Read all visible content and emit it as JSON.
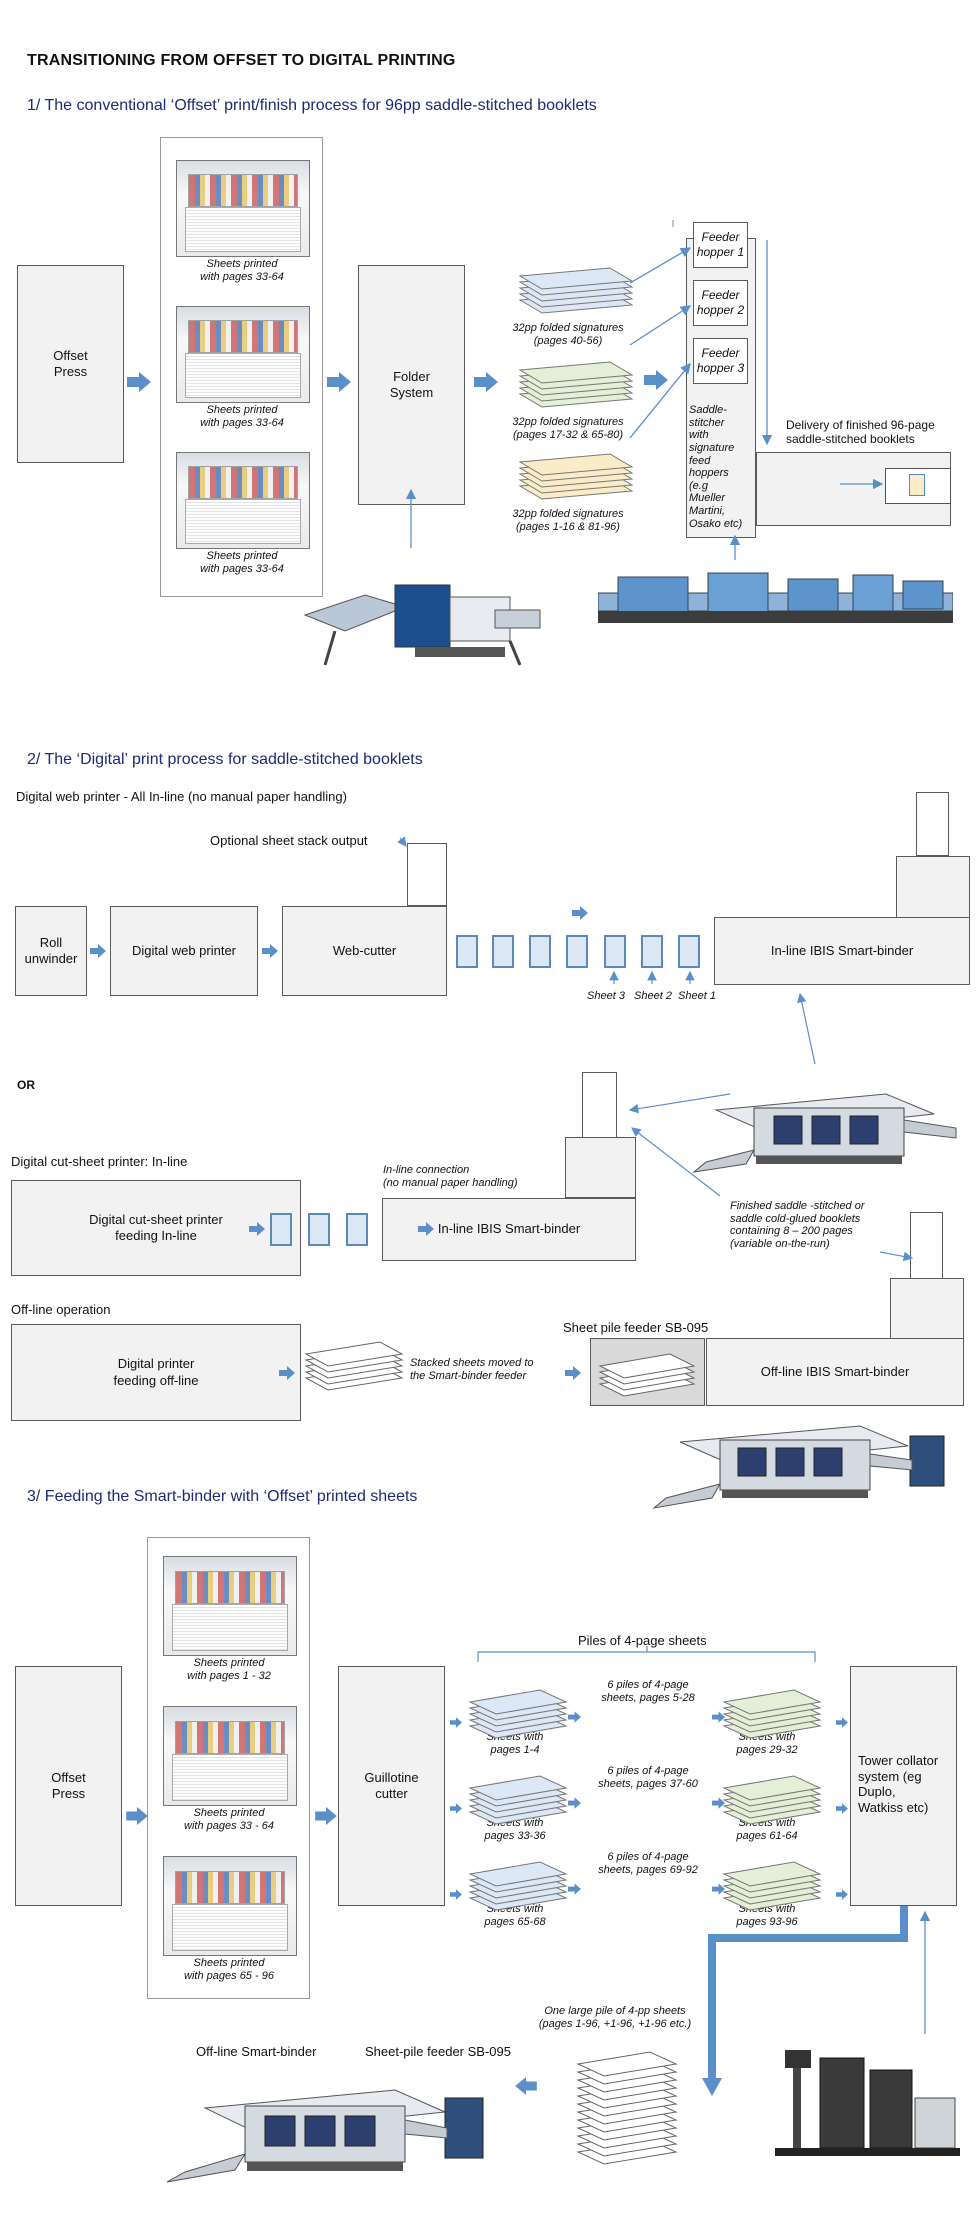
{
  "title": "TRANSITIONING FROM OFFSET TO DIGITAL PRINTING",
  "section1": {
    "heading": "1/  The conventional ‘Offset’ print/finish process for 96pp saddle-stitched booklets",
    "offset_press": "Offset\nPress",
    "sheet_captions": [
      "Sheets printed\nwith pages 33-64",
      "Sheets printed\nwith pages 33-64",
      "Sheets printed\nwith pages 33-64"
    ],
    "folder_system": "Folder\nSystem",
    "signatures": [
      "32pp folded signatures\n(pages 40-56)",
      "32pp folded signatures\n(pages 17-32 & 65-80)",
      "32pp folded signatures\n(pages  1-16 & 81-96)"
    ],
    "hoppers": [
      "Feeder\nhopper 1",
      "Feeder\nhopper 2",
      "Feeder\nhopper 3"
    ],
    "stitcher": "Saddle-\nstitcher\nwith\nsignature\nfeed\nhoppers\n(e.g\nMueller\nMartini,\nOsako etc)",
    "delivery": "Delivery of finished 96-page\nsaddle-stitched booklets",
    "colors": {
      "sig1": "#dce8f6",
      "sig2": "#e3efd6",
      "sig3": "#faecc9"
    }
  },
  "section2": {
    "heading": "2/  The ‘Digital’ print process for saddle-stitched booklets",
    "web_title": "Digital web printer - All In-line (no manual paper handling)",
    "optional_output": "Optional sheet stack output",
    "roll_unwinder": "Roll\nunwinder",
    "web_printer": "Digital web printer",
    "web_cutter": "Web-cutter",
    "sheet_labels": [
      "Sheet 3",
      "Sheet 2",
      "Sheet 1"
    ],
    "inline_binder_1": "In-line IBIS Smart-binder",
    "or": "OR",
    "cutsheet_title": "Digital cut-sheet printer: In-line",
    "cutsheet_printer": "Digital cut-sheet printer\nfeeding In-line",
    "inline_connection": "In-line connection\n(no manual paper handling)",
    "inline_binder_2": "In-line IBIS Smart-binder",
    "finished_note": "Finished saddle -stitched or\nsaddle cold-glued booklets\ncontaining 8 – 200 pages\n(variable on-the-run)",
    "offline_title": "Off-line operation",
    "offline_printer": "Digital  printer\nfeeding off-line",
    "stacked_note": "Stacked sheets moved to\nthe Smart-binder feeder",
    "pile_feeder": "Sheet pile feeder SB-095",
    "offline_binder": "Off-line IBIS Smart-binder"
  },
  "section3": {
    "heading": "3/ Feeding the Smart-binder with ‘Offset’ printed sheets",
    "offset_press": "Offset\nPress",
    "sheet_captions": [
      "Sheets printed\nwith pages 1 - 32",
      "Sheets printed\nwith pages 33 - 64",
      "Sheets printed\nwith pages 65 - 96"
    ],
    "guillotine": "Guillotine\ncutter",
    "piles_label": "Piles of 4-page sheets",
    "left_piles": [
      "Sheets with\npages 1-4",
      "Sheets with\npages 33-36",
      "Sheets with\npages 65-68"
    ],
    "mid_labels": [
      "6 piles of 4-page\nsheets, pages 5-28",
      "6 piles of 4-page\nsheets, pages 37-60",
      "6 piles of 4-page\nsheets, pages 69-92"
    ],
    "right_piles": [
      "Sheets with\npages 29-32",
      "Sheets with\npages 61-64",
      "Sheets with\npages 93-96"
    ],
    "tower": "Tower collator\nsystem (eg\nDuplo,\nWatkiss etc)",
    "large_pile": "One large pile of 4-pp sheets\n(pages 1-96, +1-96, +1-96 etc.)",
    "offline_binder": "Off-line Smart-binder",
    "pile_feeder": "Sheet-pile feeder SB-095"
  }
}
